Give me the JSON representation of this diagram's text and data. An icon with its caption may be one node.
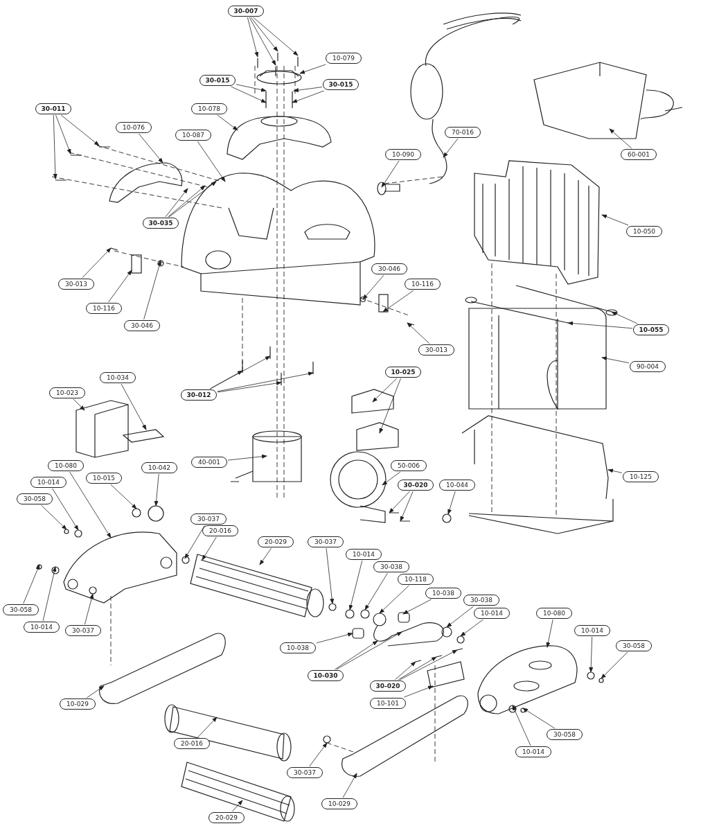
{
  "diagram": {
    "nodes": [
      {
        "text": [
          "30-007"
        ]
      },
      {
        "text": [
          "10-079"
        ]
      },
      {
        "text": [
          "30-015"
        ]
      },
      {
        "text": [
          "30-015"
        ]
      },
      {
        "text": [
          "30-011"
        ]
      },
      {
        "text": [
          "10-078"
        ]
      },
      {
        "text": [
          "10-076"
        ]
      },
      {
        "text": [
          "10-087"
        ]
      },
      {
        "text": [
          "30-035"
        ]
      },
      {
        "text": [
          "10-090"
        ]
      },
      {
        "text": [
          "70-016"
        ]
      },
      {
        "text": [
          "60-001"
        ]
      },
      {
        "text": [
          "10-050"
        ]
      },
      {
        "text": [
          "30-013"
        ]
      },
      {
        "text": [
          "10-116"
        ]
      },
      {
        "text": [
          "30-046"
        ]
      },
      {
        "text": [
          "30-046"
        ]
      },
      {
        "text": [
          "10-116"
        ]
      },
      {
        "text": [
          "30-013"
        ]
      },
      {
        "text": [
          "10-055"
        ]
      },
      {
        "text": [
          "90-004"
        ]
      },
      {
        "text": [
          "30-012"
        ]
      },
      {
        "text": [
          "10-034"
        ]
      },
      {
        "text": [
          "10-023"
        ]
      },
      {
        "text": [
          "10-025"
        ]
      },
      {
        "text": [
          "40-001"
        ]
      },
      {
        "text": [
          "50-006"
        ]
      },
      {
        "text": [
          "10-125"
        ]
      },
      {
        "text": [
          "30-020"
        ]
      },
      {
        "text": [
          "10-044"
        ]
      },
      {
        "text": [
          "10-042"
        ]
      },
      {
        "text": [
          "10-015"
        ]
      },
      {
        "text": [
          "10-080"
        ]
      },
      {
        "text": [
          "10-014"
        ]
      },
      {
        "text": [
          "30-058"
        ]
      },
      {
        "text": [
          "30-037"
        ]
      },
      {
        "text": [
          "20-016"
        ]
      },
      {
        "text": [
          "20-029"
        ]
      },
      {
        "text": [
          "30-058"
        ]
      },
      {
        "text": [
          "10-014"
        ]
      },
      {
        "text": [
          "30-037"
        ]
      },
      {
        "text": [
          "30-037"
        ]
      },
      {
        "text": [
          "10-014"
        ]
      },
      {
        "text": [
          "30-038"
        ]
      },
      {
        "text": [
          "10-118"
        ]
      },
      {
        "text": [
          "10-038"
        ]
      },
      {
        "text": [
          "30-038"
        ]
      },
      {
        "text": [
          "10-014"
        ]
      },
      {
        "text": [
          "10-080"
        ]
      },
      {
        "text": [
          "10-014"
        ]
      },
      {
        "text": [
          "30-058"
        ]
      },
      {
        "text": [
          "10-038"
        ]
      },
      {
        "text": [
          "10-030"
        ]
      },
      {
        "text": [
          "30-020"
        ]
      },
      {
        "text": [
          "10-101"
        ]
      },
      {
        "text": [
          "10-029"
        ]
      },
      {
        "text": [
          "20-016"
        ]
      },
      {
        "text": [
          "30-037"
        ]
      },
      {
        "text": [
          "10-014"
        ]
      },
      {
        "text": [
          "30-058"
        ]
      },
      {
        "text": [
          "10-029"
        ]
      },
      {
        "text": [
          "20-029"
        ]
      }
    ],
    "edges": [
      {
        "from": 0,
        "to": null,
        "arrow": "to"
      },
      {
        "from": 0,
        "to": null,
        "arrow": "to"
      },
      {
        "from": 0,
        "to": null,
        "arrow": "to"
      },
      {
        "from": 0,
        "to": null,
        "arrow": "to"
      },
      {
        "from": 1,
        "to": null,
        "arrow": "to"
      },
      {
        "from": 2,
        "to": null,
        "arrow": "to"
      },
      {
        "from": 2,
        "to": null,
        "arrow": "to"
      },
      {
        "from": 3,
        "to": null,
        "arrow": "to"
      },
      {
        "from": 3,
        "to": null,
        "arrow": "to"
      },
      {
        "from": 4,
        "to": null,
        "arrow": "to"
      },
      {
        "from": 4,
        "to": null,
        "arrow": "to"
      },
      {
        "from": 4,
        "to": null,
        "arrow": "to"
      },
      {
        "from": 5,
        "to": null,
        "arrow": "to"
      },
      {
        "from": 6,
        "to": null,
        "arrow": "to"
      },
      {
        "from": 7,
        "to": null,
        "arrow": "to"
      },
      {
        "from": 8,
        "to": null,
        "arrow": "to"
      },
      {
        "from": 8,
        "to": null,
        "arrow": "to"
      },
      {
        "from": 8,
        "to": null,
        "arrow": "to"
      },
      {
        "from": 9,
        "to": null,
        "arrow": "to"
      },
      {
        "from": 10,
        "to": null,
        "arrow": "to"
      },
      {
        "from": 11,
        "to": null,
        "arrow": "to"
      },
      {
        "from": 12,
        "to": null,
        "arrow": "to"
      },
      {
        "from": 13,
        "to": null,
        "arrow": "to"
      },
      {
        "from": 14,
        "to": null,
        "arrow": "to"
      },
      {
        "from": 15,
        "to": null,
        "arrow": "to"
      },
      {
        "from": 16,
        "to": null,
        "arrow": "to"
      },
      {
        "from": 17,
        "to": null,
        "arrow": "to"
      },
      {
        "from": 18,
        "to": null,
        "arrow": "to"
      },
      {
        "from": 19,
        "to": null,
        "arrow": "to"
      },
      {
        "from": 19,
        "to": null,
        "arrow": "to"
      },
      {
        "from": 20,
        "to": null,
        "arrow": "to"
      },
      {
        "from": 21,
        "to": null,
        "arrow": "to"
      },
      {
        "from": 21,
        "to": null,
        "arrow": "to"
      },
      {
        "from": 21,
        "to": null,
        "arrow": "to"
      },
      {
        "from": 21,
        "to": null,
        "arrow": "to"
      },
      {
        "from": 22,
        "to": null,
        "arrow": "to"
      },
      {
        "from": 23,
        "to": null,
        "arrow": "to"
      },
      {
        "from": 24,
        "to": null,
        "arrow": "to"
      },
      {
        "from": 24,
        "to": null,
        "arrow": "to"
      },
      {
        "from": 25,
        "to": null,
        "arrow": "to"
      },
      {
        "from": 26,
        "to": null,
        "arrow": "to"
      },
      {
        "from": 27,
        "to": null,
        "arrow": "to"
      },
      {
        "from": 28,
        "to": null,
        "arrow": "to"
      },
      {
        "from": 28,
        "to": null,
        "arrow": "to"
      },
      {
        "from": 29,
        "to": null,
        "arrow": "to"
      },
      {
        "from": 30,
        "to": null,
        "arrow": "to"
      },
      {
        "from": 31,
        "to": null,
        "arrow": "to"
      },
      {
        "from": 32,
        "to": null,
        "arrow": "to"
      },
      {
        "from": 33,
        "to": null,
        "arrow": "to"
      },
      {
        "from": 34,
        "to": null,
        "arrow": "to"
      },
      {
        "from": 35,
        "to": null,
        "arrow": "to"
      },
      {
        "from": 36,
        "to": null,
        "arrow": "to"
      },
      {
        "from": 37,
        "to": null,
        "arrow": "to"
      },
      {
        "from": 38,
        "to": null,
        "arrow": "to"
      },
      {
        "from": 39,
        "to": null,
        "arrow": "to"
      },
      {
        "from": 40,
        "to": null,
        "arrow": "to"
      },
      {
        "from": 41,
        "to": null,
        "arrow": "to"
      },
      {
        "from": 42,
        "to": null,
        "arrow": "to"
      },
      {
        "from": 43,
        "to": null,
        "arrow": "to"
      },
      {
        "from": 44,
        "to": null,
        "arrow": "to"
      },
      {
        "from": 45,
        "to": null,
        "arrow": "to"
      },
      {
        "from": 46,
        "to": null,
        "arrow": "to"
      },
      {
        "from": 47,
        "to": null,
        "arrow": "to"
      },
      {
        "from": 48,
        "to": null,
        "arrow": "to"
      },
      {
        "from": 49,
        "to": null,
        "arrow": "to"
      },
      {
        "from": 50,
        "to": null,
        "arrow": "to"
      },
      {
        "from": 51,
        "to": null,
        "arrow": "to"
      },
      {
        "from": 52,
        "to": null,
        "arrow": "to"
      },
      {
        "from": 52,
        "to": null,
        "arrow": "to"
      },
      {
        "from": 53,
        "to": null,
        "arrow": "to"
      },
      {
        "from": 53,
        "to": null,
        "arrow": "to"
      },
      {
        "from": 53,
        "to": null,
        "arrow": "to"
      },
      {
        "from": 54,
        "to": null,
        "arrow": "to"
      },
      {
        "from": 55,
        "to": null,
        "arrow": "to"
      },
      {
        "from": 56,
        "to": null,
        "arrow": "to"
      },
      {
        "from": 57,
        "to": null,
        "arrow": "to"
      },
      {
        "from": 58,
        "to": null,
        "arrow": "to"
      },
      {
        "from": 59,
        "to": null,
        "arrow": "to"
      },
      {
        "from": 60,
        "to": null,
        "arrow": "to"
      },
      {
        "from": 61,
        "to": null,
        "arrow": "to"
      }
    ]
  }
}
